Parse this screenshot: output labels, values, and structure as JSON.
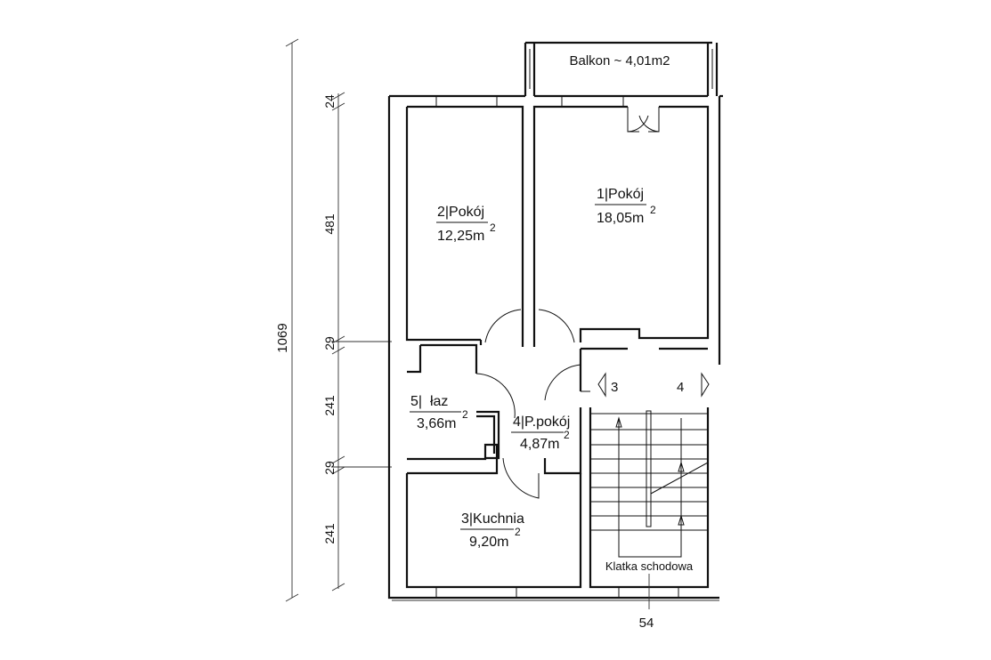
{
  "plan": {
    "balcony": "Balkon ~ 4,01m2",
    "rooms": [
      {
        "no": "1|Pokój",
        "area": "18,05m",
        "sup": "2"
      },
      {
        "no": "2|Pokój",
        "area": "12,25m",
        "sup": "2"
      },
      {
        "no": "3|Kuchnia",
        "area": "9,20m",
        "sup": "2"
      },
      {
        "no": "4|P.pokój",
        "area": "4,87m",
        "sup": "2"
      },
      {
        "no": "5|  łaz",
        "area": "3,66m",
        "sup": "2"
      }
    ],
    "staircase": "Klatka schodowa",
    "door_marks": [
      "3",
      "4"
    ],
    "dimensions": {
      "total": "1069",
      "segments": [
        "24",
        "481",
        "29",
        "241",
        "29",
        "241"
      ],
      "bottom": "54"
    }
  }
}
